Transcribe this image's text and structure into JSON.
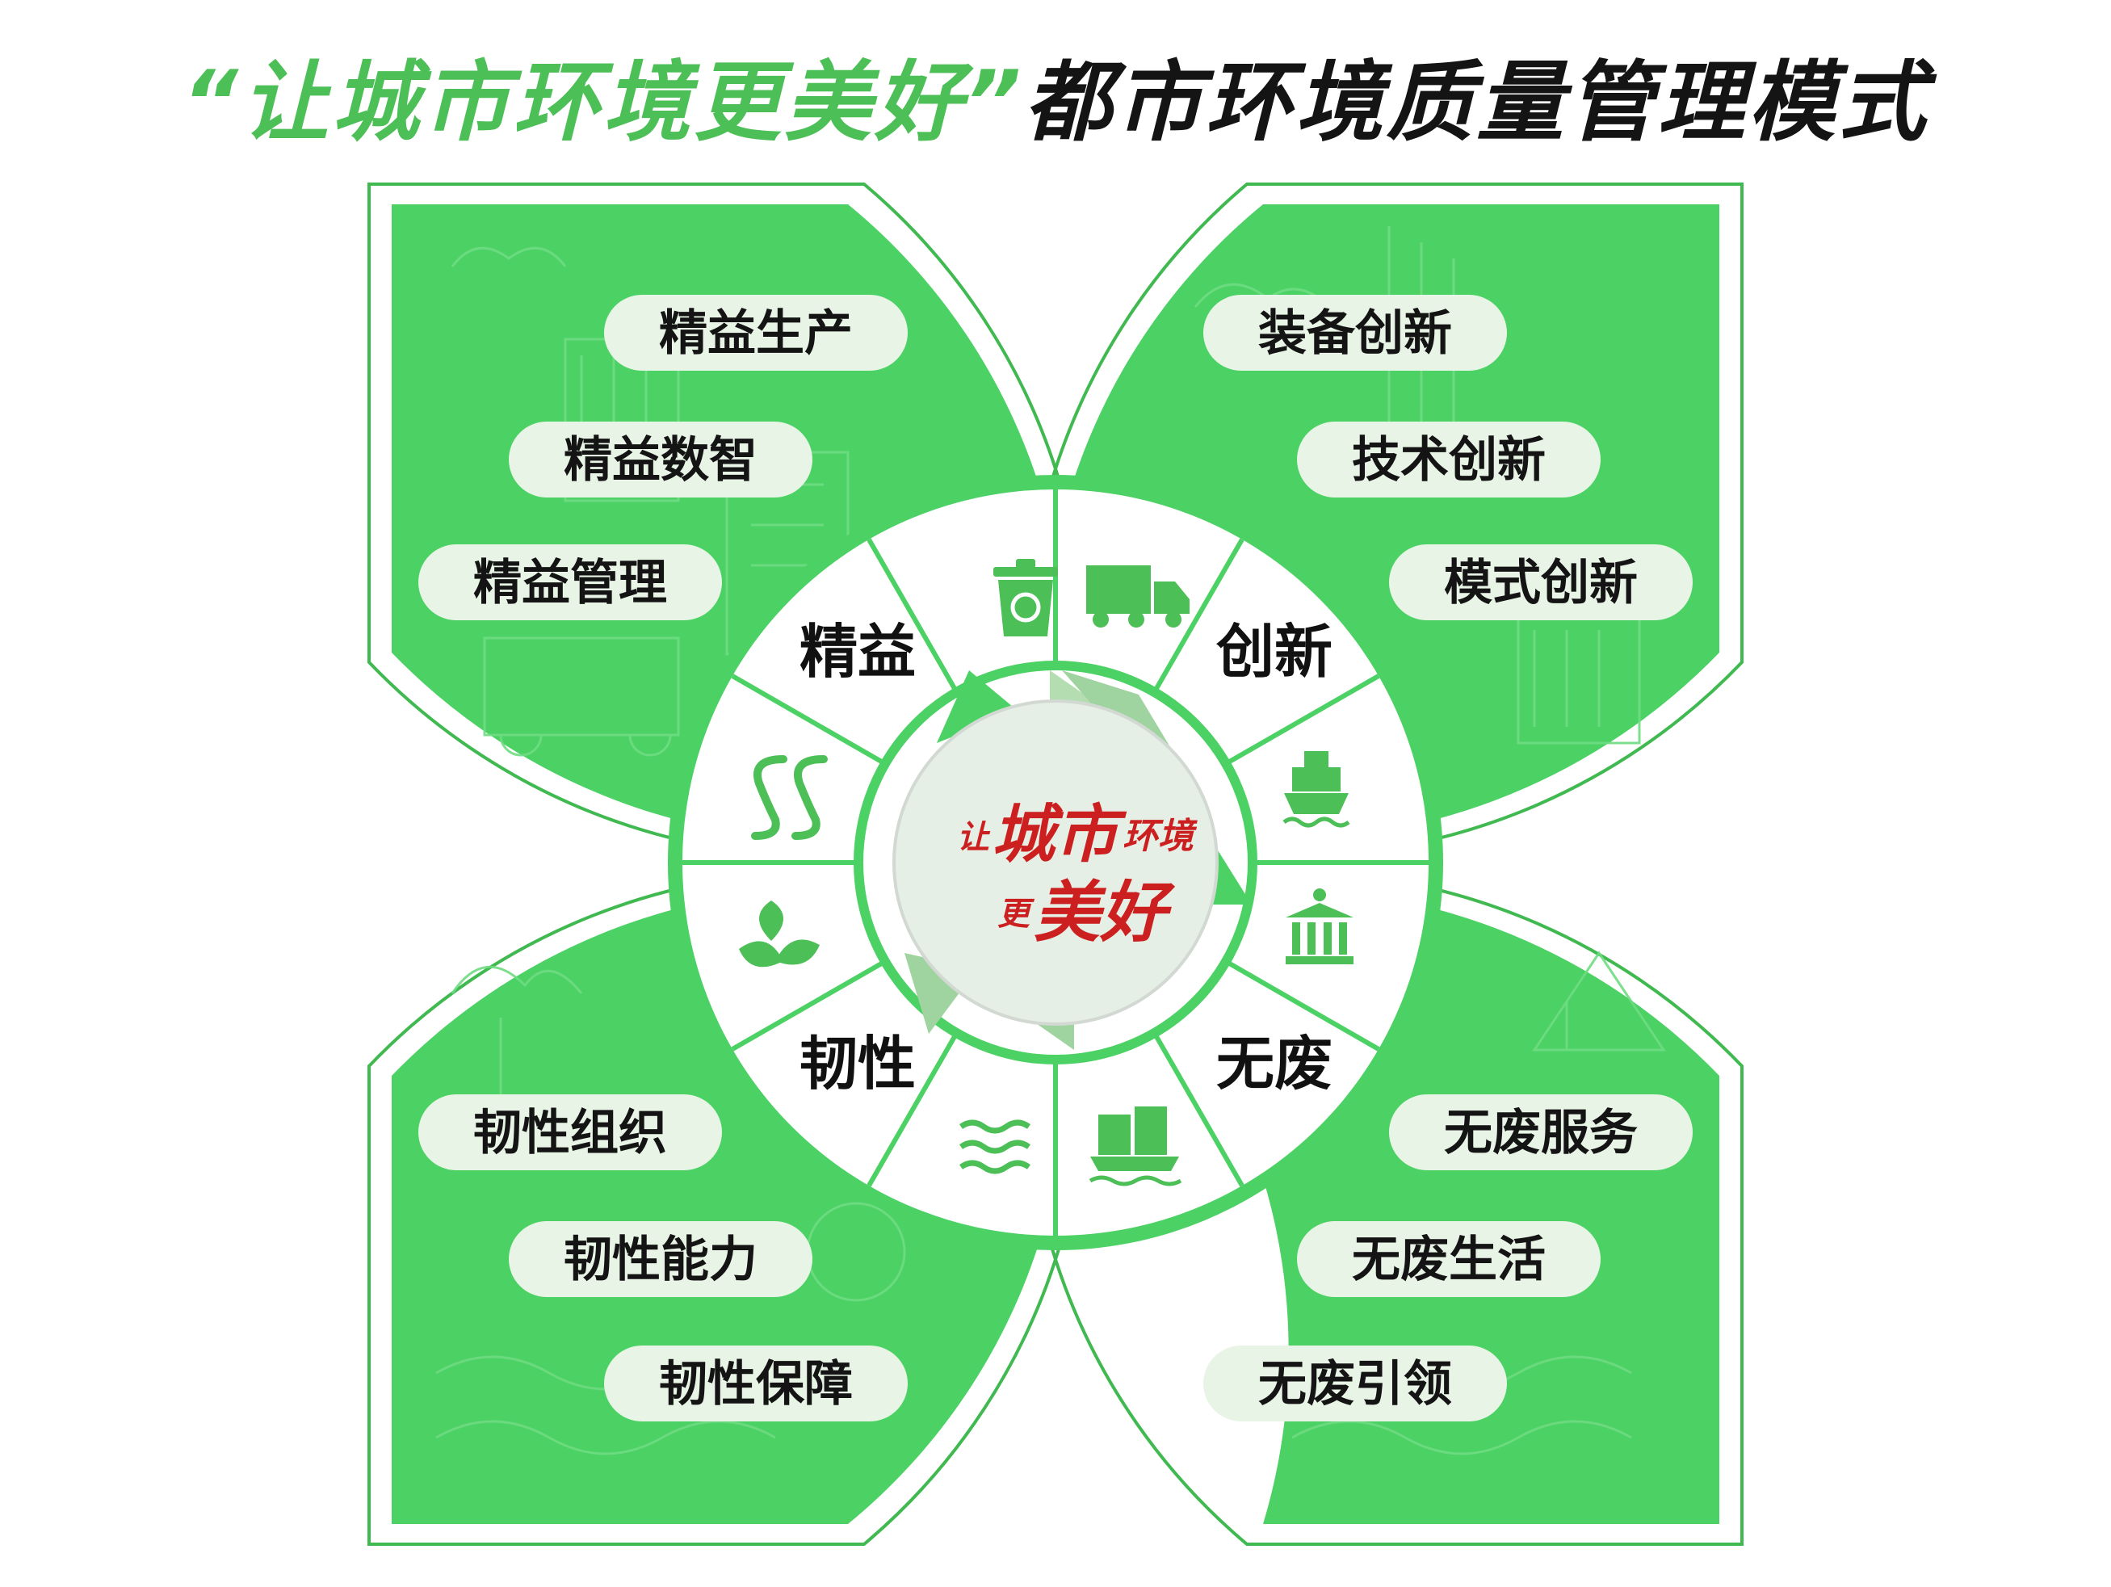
{
  "title": {
    "part1": "“让城市环境更美好”",
    "part2": "都市环境质量管理模式"
  },
  "center": {
    "line1_small": "让",
    "line1_big": "城市",
    "line1_small2": "环境",
    "line2_small": "更",
    "line2_big": "美好"
  },
  "sectors": {
    "top_left": "精益",
    "top_right": "创新",
    "bottom_left": "韧性",
    "bottom_right": "无废"
  },
  "petals": {
    "top_left": [
      "精益生产",
      "精益数智",
      "精益管理"
    ],
    "top_right": [
      "装备创新",
      "技术创新",
      "模式创新"
    ],
    "bottom_left": [
      "韧性组织",
      "韧性能力",
      "韧性保障"
    ],
    "bottom_right": [
      "无废服务",
      "无废生活",
      "无废引领"
    ]
  },
  "icons": [
    "recycle-bin-icon",
    "truck-icon",
    "ship-icon",
    "building-icon",
    "barge-icon",
    "water-waves-icon",
    "leaves-icon",
    "ss-logo-icon",
    "recycle-arrows-icon"
  ],
  "colors": {
    "petal_green": "#4cd164",
    "border_green": "#3fb950",
    "pill_bg": "#e8f5e6",
    "icon_green": "#4cbf57",
    "center_red": "#cc1f1f",
    "arrow_green": "#9fd39f"
  }
}
